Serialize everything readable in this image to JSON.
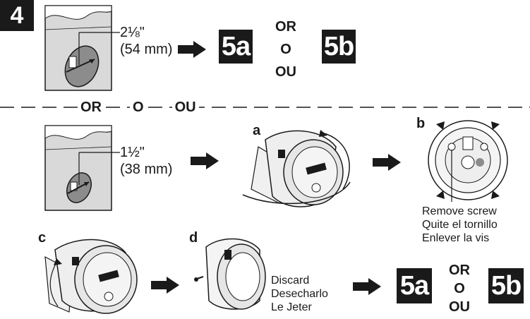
{
  "step": "4",
  "top": {
    "measurement_line1": "2⅛\"",
    "measurement_line2": "(54 mm)",
    "option_a": "5a",
    "option_b": "5b",
    "or_en": "OR",
    "or_es": "O",
    "or_fr": "OU"
  },
  "divider": {
    "or_en": "OR",
    "or_es": "O",
    "or_fr": "OU"
  },
  "middle": {
    "measurement_line1": "1½\"",
    "measurement_line2": "(38 mm)",
    "label_a": "a",
    "label_b": "b",
    "remove_screw_en": "Remove screw",
    "remove_screw_es": "Quite el tornillo",
    "remove_screw_fr": "Enlever la vis"
  },
  "bottom": {
    "label_c": "c",
    "label_d": "d",
    "discard_en": "Discard",
    "discard_es": "Desecharlo",
    "discard_fr": "Le Jeter",
    "option_a": "5a",
    "option_b": "5b",
    "or_en": "OR",
    "or_es": "O",
    "or_fr": "OU"
  },
  "colors": {
    "ink": "#1a1a1a",
    "panel_gray": "#d9d9d9",
    "dark_gray": "#8c8c8c",
    "metal": "#e6e6e6"
  },
  "icons": [
    "arrow-right-icon",
    "door-edge-icon",
    "deadbolt-icon",
    "deadbolt-back-icon",
    "deadbolt-side-icon",
    "adapter-ring-icon"
  ]
}
